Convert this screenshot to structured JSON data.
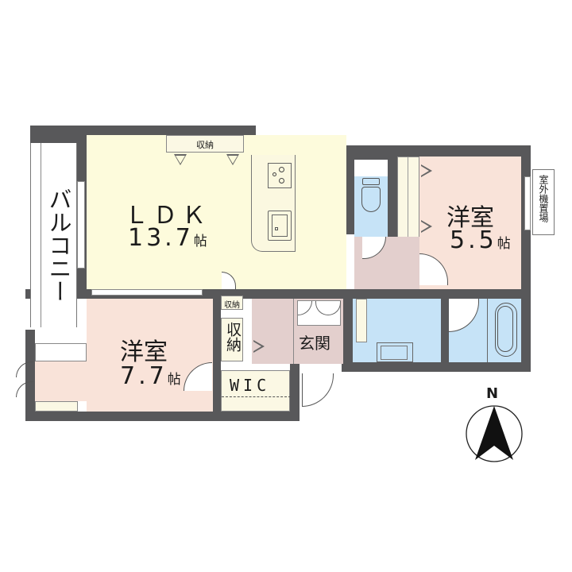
{
  "floorplan": {
    "rooms": {
      "ldk": {
        "name": "ＬＤＫ",
        "area": "13.7",
        "unit": "帖"
      },
      "western_room_1": {
        "name": "洋室",
        "area": "5.5",
        "unit": "帖"
      },
      "western_room_2": {
        "name": "洋室",
        "area": "7.7",
        "unit": "帖"
      },
      "entrance": {
        "name": "玄関"
      },
      "wic": {
        "name": "WIC"
      }
    },
    "storage_labels": {
      "ldk_top": "収納",
      "hall_small": "収納",
      "hall_closet": "収納"
    },
    "balcony": "バルコニー",
    "outdoor_unit": "室外機置場",
    "compass": {
      "label": "N"
    }
  },
  "colors": {
    "wall": "#58585a",
    "ldk": "#fdfbdc",
    "western_room": "#f9e3d9",
    "hallway": "#e3cfcd",
    "wet_area": "#c6e3f7",
    "storage": "#fbf8e4"
  }
}
